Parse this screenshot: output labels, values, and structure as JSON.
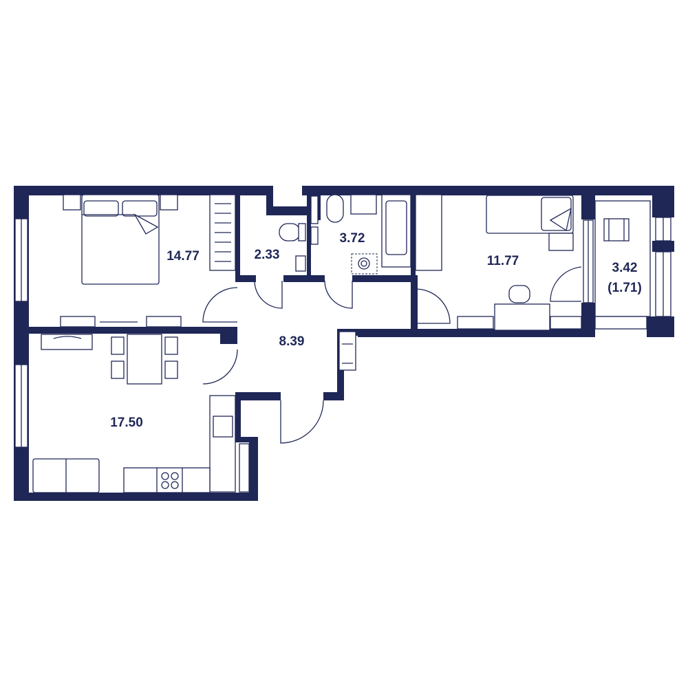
{
  "plan": {
    "wall_color": "#1f2756",
    "rooms": [
      {
        "name": "bedroom",
        "area": "14.77"
      },
      {
        "name": "toilet",
        "area": "2.33"
      },
      {
        "name": "bathroom",
        "area": "3.72"
      },
      {
        "name": "bedroom-2",
        "area": "11.77"
      },
      {
        "name": "balcony",
        "area": "3.42",
        "reduced_area": "(1.71)"
      },
      {
        "name": "hallway",
        "area": "8.39"
      },
      {
        "name": "kitchen-living",
        "area": "17.50"
      }
    ]
  }
}
